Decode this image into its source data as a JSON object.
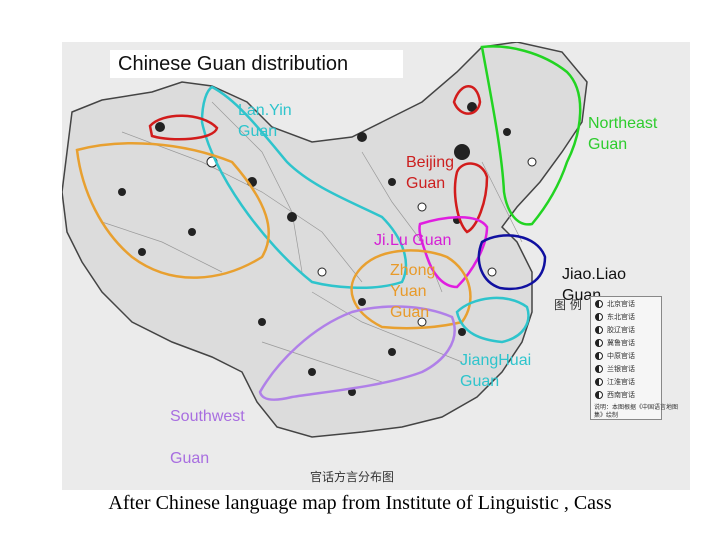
{
  "title": "Chinese Guan distribution",
  "caption": "After Chinese language map from Institute of Linguistic , Cass",
  "map_title_cn": "官话方言分布图",
  "map_tu": "图 例",
  "legend_items": [
    "北京官话",
    "东北官话",
    "胶辽官话",
    "冀鲁官话",
    "中原官话",
    "兰银官话",
    "江淮官话",
    "西南官话"
  ],
  "note_text": "说明：本图根据《中国语言地图集》绘制",
  "regions": [
    {
      "id": "lanyin",
      "label": "Lan.Yin\nGuan",
      "color": "#2ec4cc"
    },
    {
      "id": "northeast",
      "label": "Northeast\nGuan",
      "color": "#2ecc2e"
    },
    {
      "id": "beijing",
      "label": "Beijing\nGuan",
      "color": "#cc1f1f"
    },
    {
      "id": "jilu",
      "label": "Ji.Lu Guan",
      "color": "#d51fd5"
    },
    {
      "id": "zhongyuan",
      "label": "Zhong\nYuan\nGuan",
      "color": "#e89a2a"
    },
    {
      "id": "jiaoliao",
      "label": "Jiao.Liao\nGuan",
      "color": "#111111"
    },
    {
      "id": "jianghuai",
      "label": "JiangHuai\nGuan",
      "color": "#2ec4cc"
    },
    {
      "id": "southwest",
      "label": "Southwest\n\nGuan",
      "color": "#a86ee0"
    }
  ],
  "colors": {
    "lanyin_outline": "#2ec4cc",
    "northeast_outline": "#22d422",
    "beijing_outline": "#d21c1c",
    "jilu_outline": "#e01ee0",
    "zhongyuan_outline": "#e8a030",
    "jiaoliao_outline": "#1010a0",
    "jianghuai_outline": "#2ec4cc",
    "southwest_outline": "#b080e8",
    "xinjiang_red": "#d21c1c"
  }
}
